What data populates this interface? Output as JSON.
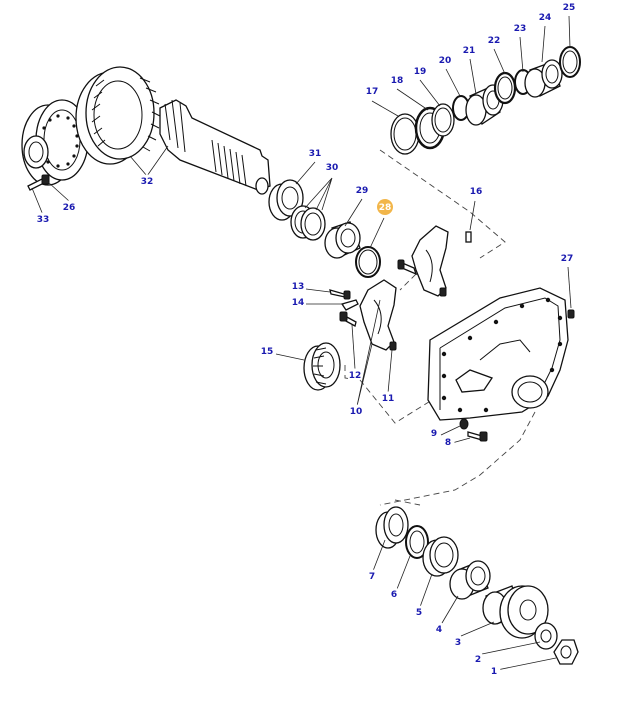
{
  "colors": {
    "callout_text": "#1a1ab0",
    "highlight": "#f2b64a",
    "line": "#111111"
  },
  "highlighted_callout": "28",
  "callouts": [
    {
      "id": "25",
      "label": "25"
    },
    {
      "id": "24",
      "label": "24"
    },
    {
      "id": "23",
      "label": "23"
    },
    {
      "id": "22",
      "label": "22"
    },
    {
      "id": "21",
      "label": "21"
    },
    {
      "id": "20",
      "label": "20"
    },
    {
      "id": "19",
      "label": "19"
    },
    {
      "id": "18",
      "label": "18"
    },
    {
      "id": "17",
      "label": "17"
    },
    {
      "id": "16",
      "label": "16"
    },
    {
      "id": "31",
      "label": "31"
    },
    {
      "id": "30",
      "label": "30"
    },
    {
      "id": "29",
      "label": "29"
    },
    {
      "id": "28",
      "label": "28"
    },
    {
      "id": "32",
      "label": "32"
    },
    {
      "id": "26",
      "label": "26"
    },
    {
      "id": "33",
      "label": "33"
    },
    {
      "id": "27",
      "label": "27"
    },
    {
      "id": "13",
      "label": "13"
    },
    {
      "id": "14",
      "label": "14"
    },
    {
      "id": "15",
      "label": "15"
    },
    {
      "id": "12",
      "label": "12"
    },
    {
      "id": "11",
      "label": "11"
    },
    {
      "id": "10",
      "label": "10"
    },
    {
      "id": "9",
      "label": "9"
    },
    {
      "id": "8",
      "label": "8"
    },
    {
      "id": "7",
      "label": "7"
    },
    {
      "id": "6",
      "label": "6"
    },
    {
      "id": "5",
      "label": "5"
    },
    {
      "id": "4",
      "label": "4"
    },
    {
      "id": "3",
      "label": "3"
    },
    {
      "id": "2",
      "label": "2"
    },
    {
      "id": "1",
      "label": "1"
    }
  ]
}
